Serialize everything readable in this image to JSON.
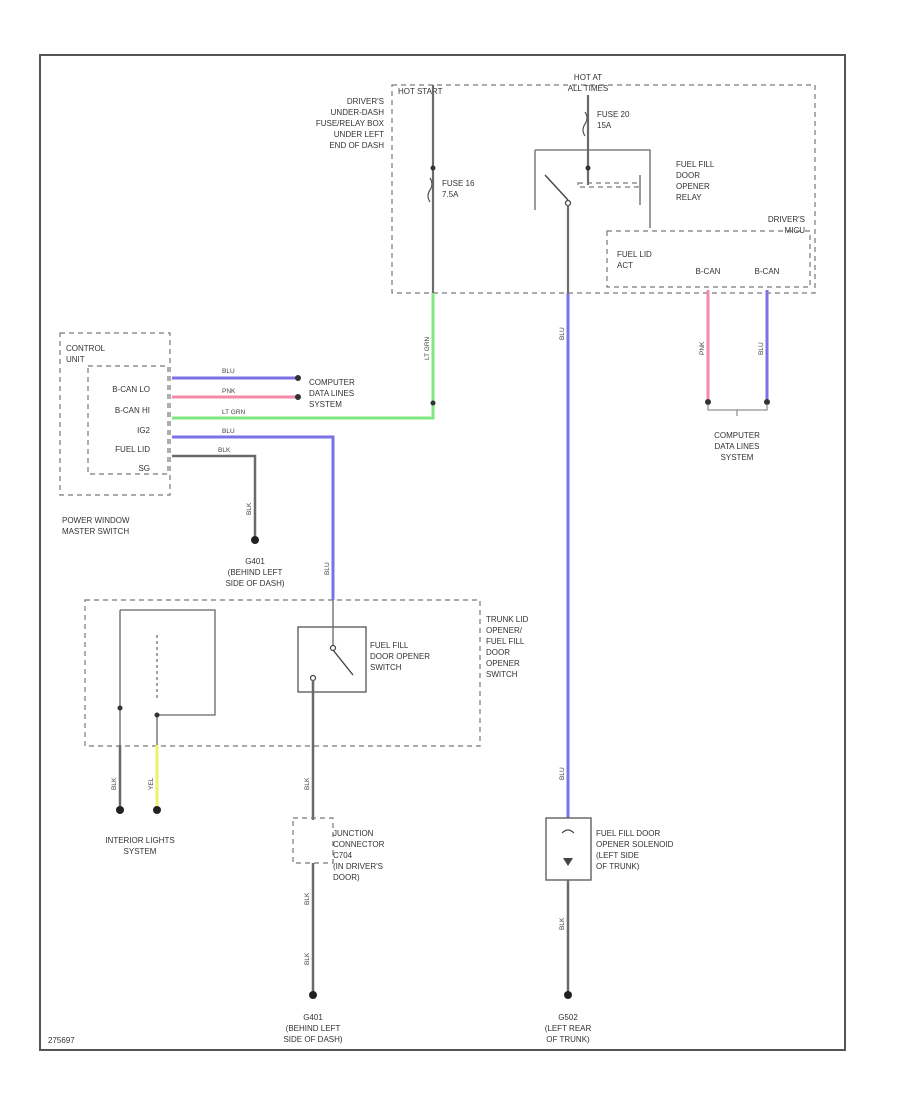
{
  "colors": {
    "blue": "#7b72e8",
    "pink": "#f28aa8",
    "green": "#7ee87e",
    "yellow": "#eef06a",
    "gray": "#6a6a6a",
    "dark": "#222222"
  },
  "junction_box": {
    "label": [
      "DRIVER'S",
      "UNDER-DASH",
      "FUSE/RELAY BOX",
      "UNDER LEFT",
      "END OF DASH"
    ],
    "hot_at_start": "HOT START",
    "hot_at": [
      "HOT AT",
      "ALL TIMES"
    ],
    "fuse16": [
      "FUSE 16",
      "7.5A"
    ],
    "fuse20": [
      "FUSE 20",
      "15A"
    ],
    "relay": [
      "FUEL FILL",
      "DOOR",
      "OPENER",
      "RELAY"
    ],
    "mics": [
      "DRIVER'S",
      "MICU"
    ],
    "fuel_lid_act": [
      "FUEL LID",
      "ACT"
    ],
    "bcan_l": "B-CAN",
    "bcan_h": "B-CAN"
  },
  "control_unit": {
    "title": [
      "CONTROL",
      "UNIT"
    ],
    "pins": [
      "B-CAN LO",
      "B-CAN HI",
      "IG2",
      "FUEL LID",
      "SG"
    ],
    "name": [
      "POWER WINDOW",
      "MASTER SWITCH"
    ]
  },
  "wire_labels": {
    "blu1": "BLU",
    "pnk": "PNK",
    "ltgrn": "LT GRN",
    "blu2": "BLU",
    "blk": "BLK",
    "vert_ltgrn": "LT GRN",
    "vert_blu": "BLU",
    "micu_pnk": "PNK",
    "micu_blu": "BLU",
    "blk_drop": "BLK",
    "blu_drop": "BLU",
    "blu_long": "BLU",
    "blk_a": "BLK",
    "yel": "YEL",
    "blk_b": "BLK",
    "blk_c": "BLK",
    "blk_d": "BLK",
    "blk_e": "BLK"
  },
  "computer_data_lines_left": [
    "COMPUTER",
    "DATA LINES",
    "SYSTEM"
  ],
  "computer_data_lines_right": [
    "COMPUTER",
    "DATA LINES",
    "SYSTEM"
  ],
  "ground_g401_top": [
    "G401",
    "(BEHIND LEFT",
    "SIDE OF DASH)"
  ],
  "trunk_switch": {
    "label": [
      "TRUNK LID",
      "OPENER/",
      "FUEL FILL",
      "DOOR",
      "OPENER",
      "SWITCH"
    ],
    "inner": [
      "FUEL FILL",
      "DOOR OPENER",
      "SWITCH"
    ]
  },
  "interior_lights": [
    "INTERIOR LIGHTS",
    "SYSTEM"
  ],
  "junction_connector": [
    "JUNCTION",
    "CONNECTOR",
    "C704",
    "(IN DRIVER'S",
    "DOOR)"
  ],
  "solenoid": [
    "FUEL FILL DOOR",
    "OPENER SOLENOID",
    "(LEFT SIDE",
    "OF TRUNK)"
  ],
  "ground_g401_bottom": [
    "G401",
    "(BEHIND LEFT",
    "SIDE OF DASH)"
  ],
  "ground_g502": [
    "G502",
    "(LEFT REAR",
    "OF TRUNK)"
  ],
  "corner_code": "275697"
}
